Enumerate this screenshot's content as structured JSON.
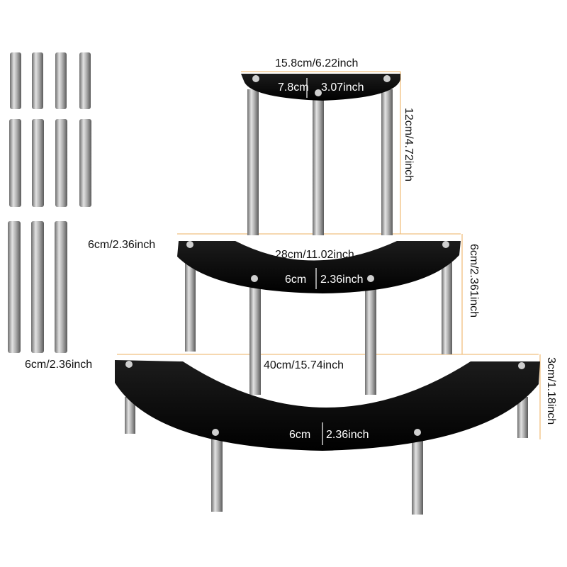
{
  "dimensions": {
    "top_width": "15.8cm/6.22inch",
    "top_inner": "7.8cm",
    "top_inner_in": "3.07inch",
    "top_height": "12cm/4.72inch",
    "mid_depth_left": "6cm/2.36inch",
    "mid_width": "28cm/11.02inch",
    "mid_inner": "6cm",
    "mid_inner_in": "2.36inch",
    "mid_height": "6cm/2.361inch",
    "bot_depth_left": "6cm/2.36inch",
    "bot_width": "40cm/15.74inch",
    "bot_inner": "6cm",
    "bot_inner_in": "2.36inch",
    "bot_height": "3cm/1.18inch"
  },
  "colors": {
    "shelf": "#0a0a0a",
    "rod": "#a9a9a9",
    "guide": "#f0c080"
  }
}
